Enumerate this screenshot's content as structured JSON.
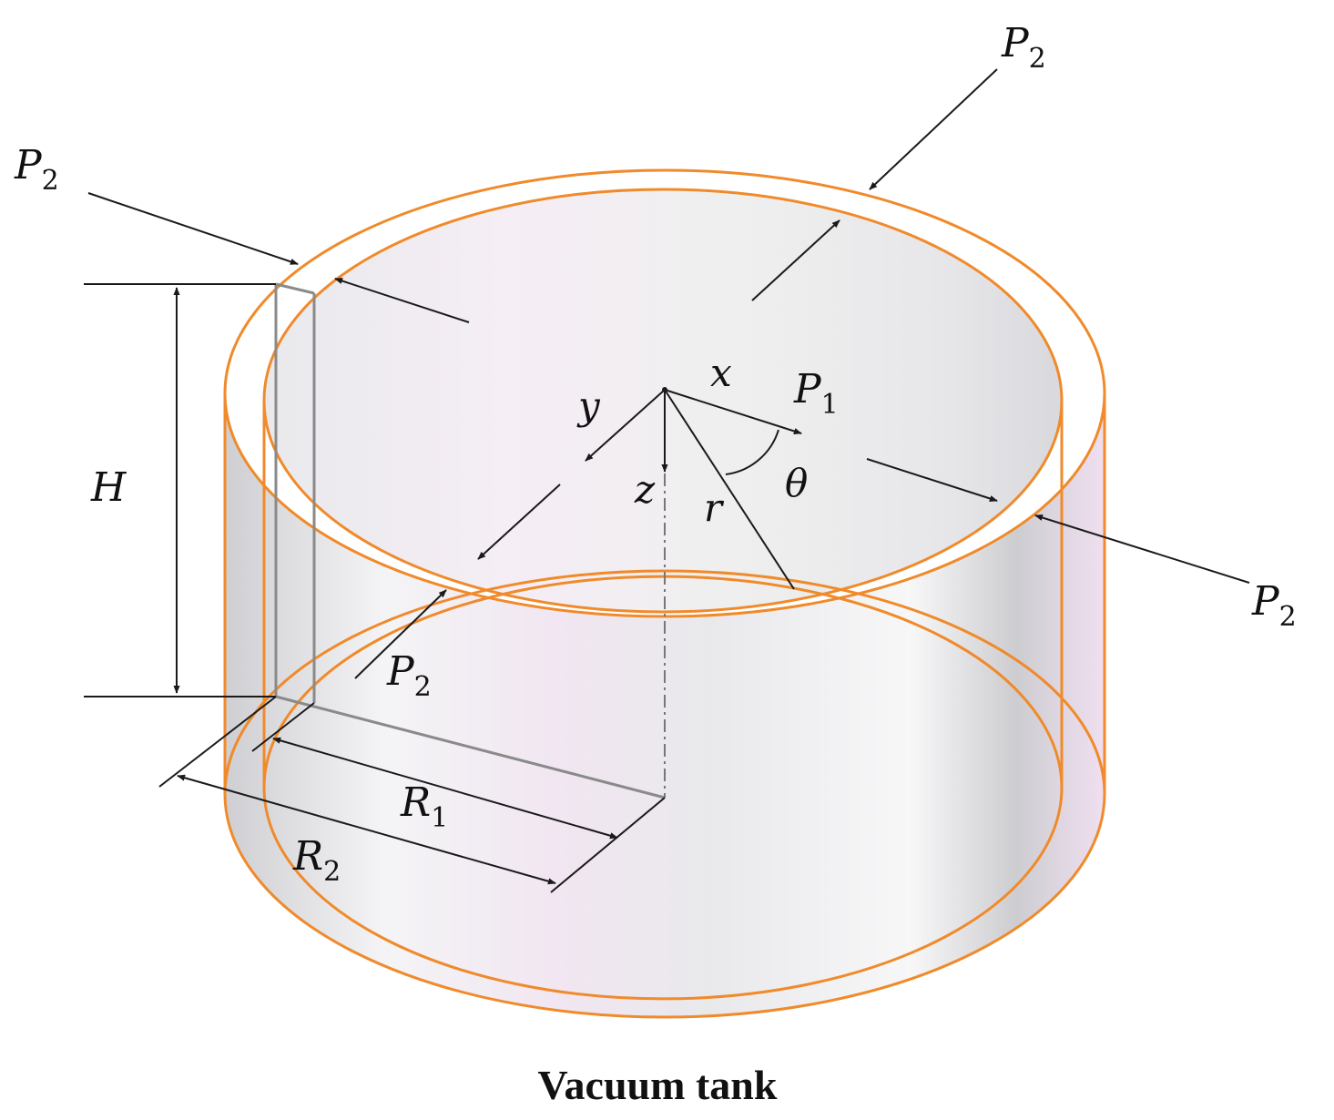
{
  "caption": "Vacuum tank",
  "labels": {
    "P2": "P",
    "P2_sub": "2",
    "P1": "P",
    "P1_sub": "1",
    "H": "H",
    "x": "x",
    "y": "y",
    "z": "z",
    "r": "r",
    "theta": "θ",
    "R1": "R",
    "R1_sub": "1",
    "R2": "R",
    "R2_sub": "2"
  },
  "colors": {
    "rim": "#f08a2a",
    "line": "#1a1a1a",
    "wall_gray": "#cfcfd4",
    "wall_pink": "#f3e6f3"
  }
}
